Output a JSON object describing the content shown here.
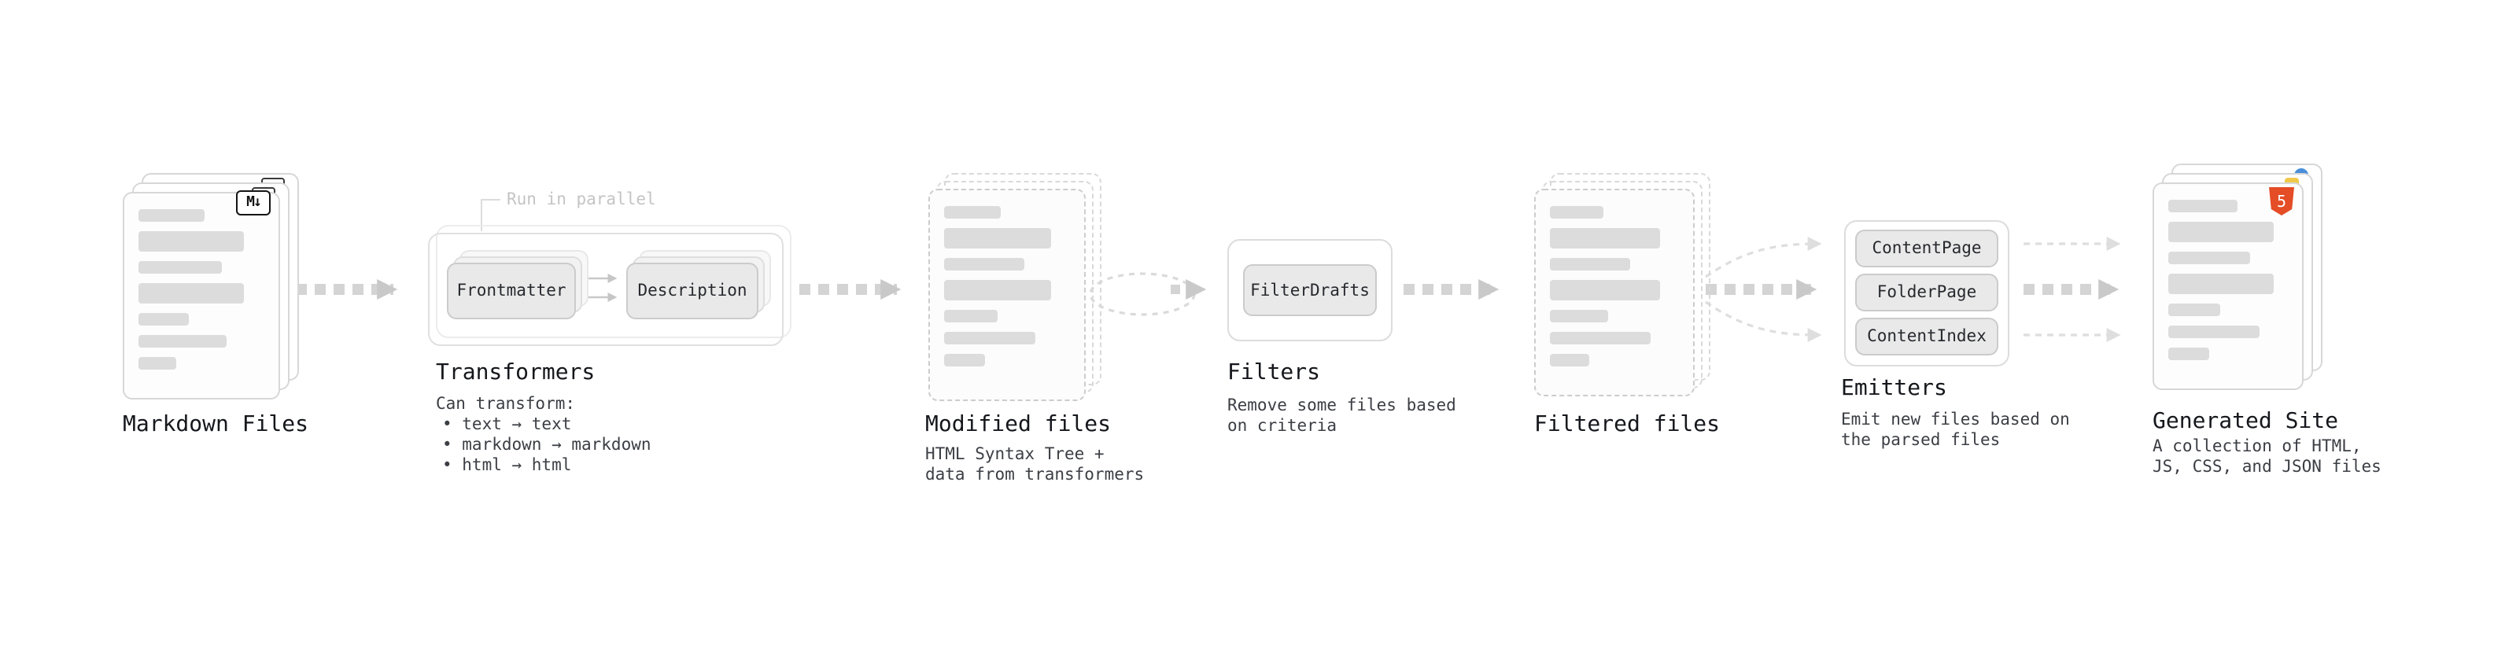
{
  "diagram": {
    "stages": {
      "markdown_files": {
        "title": "Markdown Files",
        "badge": "M↓"
      },
      "transformers": {
        "title": "Transformers",
        "note": "Run in parallel",
        "boxes": [
          "Frontmatter",
          "Description"
        ],
        "desc_heading": "Can transform:",
        "bullets": [
          "• text → text",
          "• markdown → markdown",
          "• html → html"
        ]
      },
      "modified_files": {
        "title": "Modified files",
        "desc": "HTML Syntax Tree +\ndata from transformers"
      },
      "filters": {
        "title": "Filters",
        "box": "FilterDrafts",
        "desc": "Remove some files based\non criteria"
      },
      "filtered_files": {
        "title": "Filtered files"
      },
      "emitters": {
        "title": "Emitters",
        "pills": [
          "ContentPage",
          "FolderPage",
          "ContentIndex"
        ],
        "desc": "Emit new files based on\nthe parsed files"
      },
      "generated_site": {
        "title": "Generated Site",
        "badge": "5",
        "desc": "A collection of HTML,\nJS, CSS, and JSON files"
      }
    },
    "colors": {
      "arrow_thick": "#d4d4d4",
      "arrow_head": "#c9c9c9",
      "arrow_thin": "#dedede",
      "html5_orange": "#e44d26",
      "dot_blue": "#4a8fd9",
      "dot_yellow": "#f0c94a"
    }
  }
}
